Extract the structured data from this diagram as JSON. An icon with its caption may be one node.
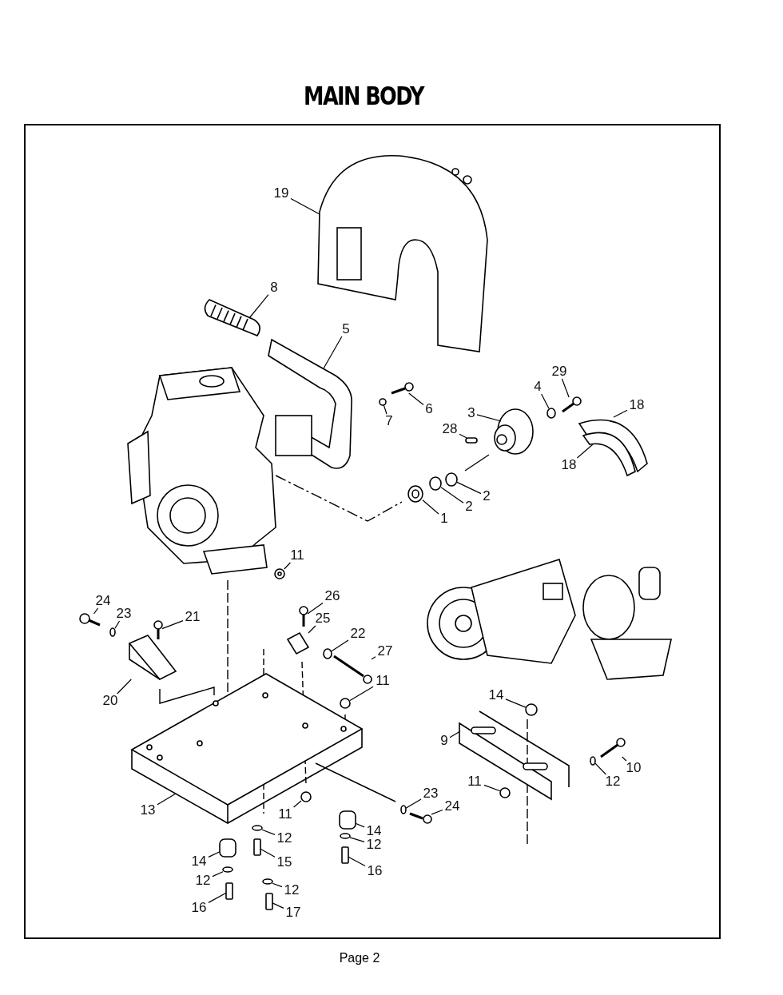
{
  "diagram": {
    "title": "MAIN BODY",
    "nodes": [
      {
        "text": [
          "19"
        ]
      },
      {
        "text": [
          "8"
        ]
      },
      {
        "text": [
          "5"
        ]
      },
      {
        "text": [
          "29"
        ]
      },
      {
        "text": [
          "4"
        ]
      },
      {
        "text": [
          "6"
        ]
      },
      {
        "text": [
          "7"
        ]
      },
      {
        "text": [
          "18"
        ]
      },
      {
        "text": [
          "3"
        ]
      },
      {
        "text": [
          "28"
        ]
      },
      {
        "text": [
          "18"
        ]
      },
      {
        "text": [
          "2"
        ]
      },
      {
        "text": [
          "2"
        ]
      },
      {
        "text": [
          "1"
        ]
      },
      {
        "text": [
          "11"
        ]
      },
      {
        "text": [
          "26"
        ]
      },
      {
        "text": [
          "24"
        ]
      },
      {
        "text": [
          "23"
        ]
      },
      {
        "text": [
          "21"
        ]
      },
      {
        "text": [
          "25"
        ]
      },
      {
        "text": [
          "22"
        ]
      },
      {
        "text": [
          "27"
        ]
      },
      {
        "text": [
          "11"
        ]
      },
      {
        "text": [
          "20"
        ]
      },
      {
        "text": [
          "14"
        ]
      },
      {
        "text": [
          "9"
        ]
      },
      {
        "text": [
          "10"
        ]
      },
      {
        "text": [
          "12"
        ]
      },
      {
        "text": [
          "23"
        ]
      },
      {
        "text": [
          "11"
        ]
      },
      {
        "text": [
          "24"
        ]
      },
      {
        "text": [
          "13"
        ]
      },
      {
        "text": [
          "11"
        ]
      },
      {
        "text": [
          "14"
        ]
      },
      {
        "text": [
          "12"
        ]
      },
      {
        "text": [
          "12"
        ]
      },
      {
        "text": [
          "15"
        ]
      },
      {
        "text": [
          "14"
        ]
      },
      {
        "text": [
          "16"
        ]
      },
      {
        "text": [
          "12"
        ]
      },
      {
        "text": [
          "12"
        ]
      },
      {
        "text": [
          "16"
        ]
      },
      {
        "text": [
          "17"
        ]
      },
      {
        "text": [],
        "shape": "picture"
      },
      {
        "text": [],
        "shape": "picture"
      },
      {
        "text": [],
        "shape": "picture"
      },
      {
        "text": [],
        "shape": "picture"
      },
      {
        "text": [],
        "shape": "circle"
      },
      {
        "text": [],
        "shape": "picture"
      },
      {
        "text": [],
        "shape": "circle"
      },
      {
        "text": [],
        "shape": "picture"
      },
      {
        "text": [],
        "shape": "picture"
      },
      {
        "text": [],
        "shape": "box"
      },
      {
        "text": [],
        "shape": "picture"
      },
      {
        "text": [],
        "shape": "circle"
      },
      {
        "text": [],
        "shape": "circle"
      },
      {
        "text": [],
        "shape": "picture"
      },
      {
        "text": [],
        "shape": "picture"
      },
      {
        "text": [],
        "shape": "picture"
      },
      {
        "text": [],
        "shape": "picture"
      },
      {
        "text": [],
        "shape": "circle"
      },
      {
        "text": [],
        "shape": "picture"
      },
      {
        "text": [],
        "shape": "picture"
      },
      {
        "text": [],
        "shape": "circle"
      },
      {
        "text": [],
        "shape": "picture"
      },
      {
        "text": [],
        "shape": "circle"
      },
      {
        "text": [],
        "shape": "picture"
      },
      {
        "text": [],
        "shape": "circle"
      },
      {
        "text": [],
        "shape": "picture"
      },
      {
        "text": [],
        "shape": "picture"
      },
      {
        "text": [],
        "shape": "circle"
      },
      {
        "text": [],
        "shape": "circle"
      },
      {
        "text": [],
        "shape": "circle"
      },
      {
        "text": [],
        "shape": "picture"
      },
      {
        "text": [],
        "shape": "picture"
      },
      {
        "text": [],
        "shape": "circle"
      },
      {
        "text": [],
        "shape": "box"
      },
      {
        "text": [],
        "shape": "circle"
      },
      {
        "text": [],
        "shape": "circle"
      },
      {
        "text": [],
        "shape": "box"
      },
      {
        "text": [],
        "shape": "box"
      },
      {
        "text": [],
        "shape": "box"
      },
      {
        "text": [],
        "shape": "circle"
      },
      {
        "text": [],
        "shape": "circle"
      },
      {
        "text": [],
        "shape": "box"
      },
      {
        "text": [],
        "shape": "box"
      }
    ],
    "edges": [
      {
        "from": 0,
        "to": 43,
        "arrow": "none"
      },
      {
        "from": 1,
        "to": 44,
        "arrow": "none"
      },
      {
        "from": 2,
        "to": 45,
        "arrow": "none"
      },
      {
        "from": 3,
        "to": 46,
        "arrow": "none"
      },
      {
        "from": 4,
        "to": 47,
        "arrow": "none"
      },
      {
        "from": 5,
        "to": 48,
        "arrow": "none"
      },
      {
        "from": 6,
        "to": 49,
        "arrow": "none"
      },
      {
        "from": 7,
        "to": 50,
        "arrow": "none"
      },
      {
        "from": 8,
        "to": 51,
        "arrow": "none"
      },
      {
        "from": 9,
        "to": 52,
        "arrow": "none"
      },
      {
        "from": 10,
        "to": 53,
        "arrow": "none"
      },
      {
        "from": 11,
        "to": 54,
        "arrow": "none"
      },
      {
        "from": 12,
        "to": 55,
        "arrow": "none"
      },
      {
        "from": 13,
        "to": 56,
        "arrow": "none"
      },
      {
        "from": 14,
        "to": 57,
        "arrow": "none"
      },
      {
        "from": 15,
        "to": 58,
        "arrow": "none"
      },
      {
        "from": 16,
        "to": 59,
        "arrow": "none"
      },
      {
        "from": 17,
        "to": 60,
        "arrow": "none"
      },
      {
        "from": 18,
        "to": 61,
        "arrow": "none"
      },
      {
        "from": 19,
        "to": 62,
        "arrow": "none"
      },
      {
        "from": 20,
        "to": 63,
        "arrow": "none"
      },
      {
        "from": 21,
        "to": 64,
        "arrow": "none"
      },
      {
        "from": 22,
        "to": 65,
        "arrow": "none"
      },
      {
        "from": 23,
        "to": 66,
        "arrow": "none"
      },
      {
        "from": 24,
        "to": 67,
        "arrow": "none"
      },
      {
        "from": 25,
        "to": 68,
        "arrow": "none"
      },
      {
        "from": 26,
        "to": 69,
        "arrow": "none"
      },
      {
        "from": 27,
        "to": 70,
        "arrow": "none"
      },
      {
        "from": 28,
        "to": 71,
        "arrow": "none"
      },
      {
        "from": 29,
        "to": 72,
        "arrow": "none"
      },
      {
        "from": 30,
        "to": 73,
        "arrow": "none"
      },
      {
        "from": 31,
        "to": 74,
        "arrow": "none"
      },
      {
        "from": 32,
        "to": 75,
        "arrow": "none"
      },
      {
        "from": 33,
        "to": 76,
        "arrow": "none"
      },
      {
        "from": 34,
        "to": 77,
        "arrow": "none"
      },
      {
        "from": 35,
        "to": 78,
        "arrow": "none"
      },
      {
        "from": 36,
        "to": 79,
        "arrow": "none"
      },
      {
        "from": 37,
        "to": 80,
        "arrow": "none"
      },
      {
        "from": 38,
        "to": 81,
        "arrow": "none"
      },
      {
        "from": 39,
        "to": 82,
        "arrow": "none"
      },
      {
        "from": 40,
        "to": 83,
        "arrow": "none"
      },
      {
        "from": 41,
        "to": 84,
        "arrow": "none"
      },
      {
        "from": 42,
        "to": 85,
        "arrow": "none"
      }
    ],
    "labels": [
      "Page 2"
    ]
  }
}
